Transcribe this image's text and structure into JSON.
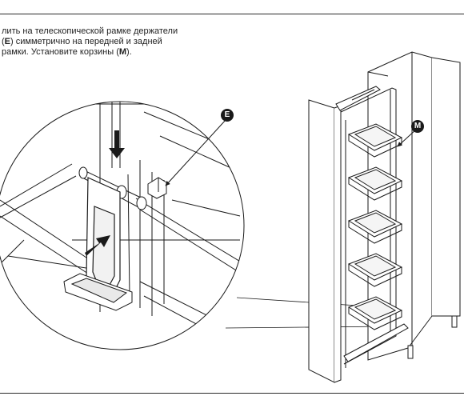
{
  "instruction": {
    "line1": "лить на телескопической рамке держатели",
    "line2_open": "(",
    "line2_bold": "E",
    "line2_rest": ") симметрично на передней и задней",
    "line3_a": "рамки. Установите корзины (",
    "line3_bold": "M",
    "line3_b": ")."
  },
  "callouts": {
    "holder": "E",
    "basket": "M"
  },
  "colors": {
    "line": "#1a1a1a",
    "fill": "#ffffff",
    "shade": "#d9d9d9",
    "callout_bg": "#1a1a1a"
  }
}
